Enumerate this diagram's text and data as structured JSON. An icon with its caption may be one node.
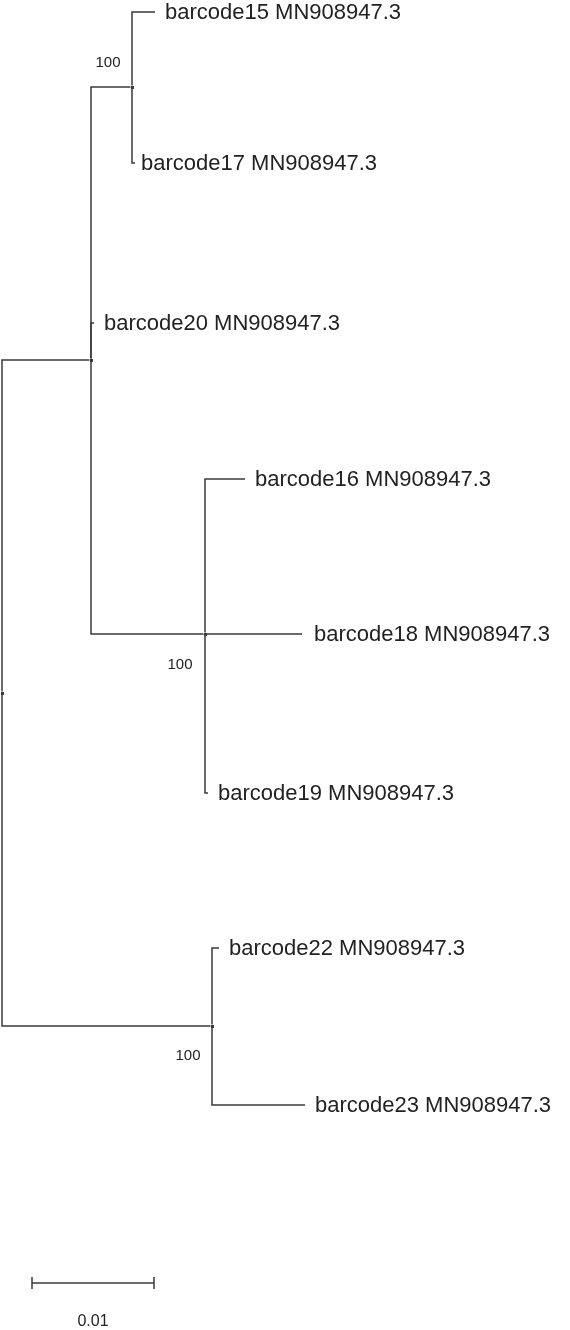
{
  "diagram": {
    "nodes": [
      {
        "text": [],
        "shape": "point"
      },
      {
        "text": [],
        "shape": "point"
      },
      {
        "text": [],
        "shape": "point",
        "beside": [
          "100"
        ]
      },
      {
        "text": [
          "barcode15 MN908947.3"
        ]
      },
      {
        "text": [
          "barcode17 MN908947.3"
        ]
      },
      {
        "text": [
          "barcode20 MN908947.3"
        ]
      },
      {
        "text": [],
        "shape": "point",
        "beside": [
          "100"
        ]
      },
      {
        "text": [
          "barcode16 MN908947.3"
        ]
      },
      {
        "text": [
          "barcode18 MN908947.3"
        ]
      },
      {
        "text": [
          "barcode19 MN908947.3"
        ]
      },
      {
        "text": [],
        "shape": "point",
        "beside": [
          "100"
        ]
      },
      {
        "text": [
          "barcode22 MN908947.3"
        ]
      },
      {
        "text": [
          "barcode23 MN908947.3"
        ]
      }
    ],
    "edges": [
      {
        "from": 0,
        "to": 1,
        "arrow": "none"
      },
      {
        "from": 1,
        "to": 2,
        "arrow": "none"
      },
      {
        "from": 2,
        "to": 3,
        "arrow": "none"
      },
      {
        "from": 2,
        "to": 4,
        "arrow": "none"
      },
      {
        "from": 1,
        "to": 5,
        "arrow": "none"
      },
      {
        "from": 1,
        "to": 6,
        "arrow": "none"
      },
      {
        "from": 6,
        "to": 7,
        "arrow": "none"
      },
      {
        "from": 6,
        "to": 8,
        "arrow": "none"
      },
      {
        "from": 6,
        "to": 9,
        "arrow": "none"
      },
      {
        "from": 0,
        "to": 10,
        "arrow": "none"
      },
      {
        "from": 10,
        "to": 11,
        "arrow": "none"
      },
      {
        "from": 10,
        "to": 12,
        "arrow": "none"
      }
    ],
    "labels": [
      "0.01"
    ]
  }
}
